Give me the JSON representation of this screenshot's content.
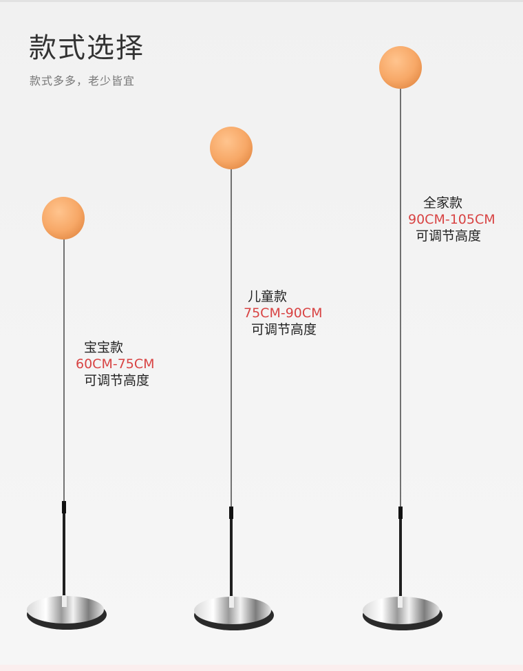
{
  "page": {
    "title": "款式选择",
    "subtitle": "款式多多，老少皆宜"
  },
  "colors": {
    "ball": "#f7a867",
    "pole": "#1a1a1a",
    "range_text": "#d84343"
  },
  "products": [
    {
      "name": "宝宝款",
      "range": "60CM-75CM",
      "note": "可调节高度"
    },
    {
      "name": "儿童款",
      "range": "75CM-90CM",
      "note": "可调节高度"
    },
    {
      "name": "全家款",
      "range": "90CM-105CM",
      "note": "可调节高度"
    }
  ]
}
